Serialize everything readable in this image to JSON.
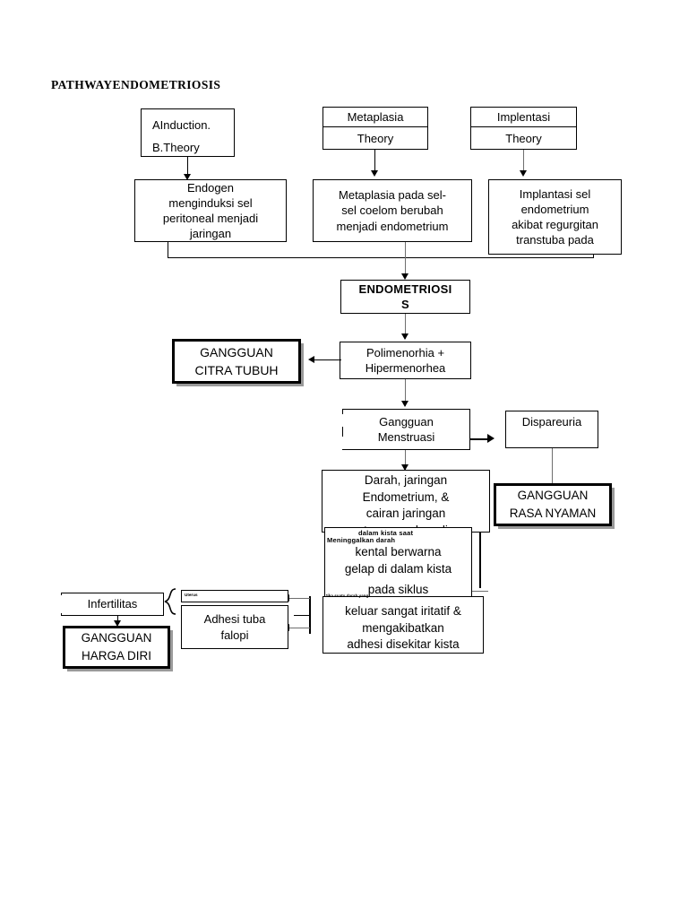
{
  "document": {
    "title": "PATHWAYENDOMETRIOSIS"
  },
  "theory_boxes": [
    {
      "head": "AInduction.",
      "body": "B.Theory"
    },
    {
      "head": "Metaplasia",
      "body": "Theory"
    },
    {
      "head": "Implentasi",
      "body": "Theory"
    }
  ],
  "mechanism_boxes": [
    {
      "lines": [
        "Endogen",
        "menginduksi sel",
        "peritoneal menjadi",
        "jaringan"
      ]
    },
    {
      "lines": [
        "Metaplasia pada sel-",
        "sel coelom berubah",
        "menjadi endometrium"
      ]
    },
    {
      "lines": [
        "Implantasi sel",
        "endometrium",
        "akibat regurgitan",
        "transtuba pada"
      ]
    }
  ],
  "central": {
    "line1": "ENDOMETRIOSI",
    "line2": "S"
  },
  "symptoms": {
    "polimenorhia": {
      "line1": "Polimenorhia +",
      "line2": "Hipermenorhea"
    },
    "gangguan_menstruasi": {
      "line1": "Gangguan",
      "line2": "Menstruasi"
    },
    "dispareuria": "Dispareuria"
  },
  "diagnoses": {
    "citra_tubuh": {
      "line1": "GANGGUAN",
      "line2": "CITRA TUBUH"
    },
    "rasa_nyaman": {
      "line1": "GANGGUAN",
      "line2": "RASA NYAMAN"
    },
    "harga_diri": {
      "line1": "GANGGUAN",
      "line2": "HARGA DIRI"
    }
  },
  "cluster": {
    "box1": {
      "line1": "Darah, jaringan",
      "line2": "Endometrium, &",
      "line3": "cairan jaringan",
      "line4": "terperangkap di"
    },
    "box2": {
      "tiny1": "dalam kista saat",
      "tiny2": "Meninggalkan darah",
      "line1": "kental berwarna",
      "line2": "gelap di dalam kista",
      "line3": "pada   siklus"
    },
    "box3": {
      "micro": "Jika suatu darah yang",
      "line1": "keluar sangat iritatif &",
      "line2": "mengakibatkan",
      "line3": "adhesi disekitar kista"
    }
  },
  "outcomes": {
    "infertilitas": "Infertilitas",
    "adhesi": {
      "micro": "Uterus",
      "line1": "Adhesi tuba",
      "line2": "falopi"
    }
  },
  "colors": {
    "stroke": "#000000",
    "grey_stroke": "#6e6e6e",
    "shadow": "#9a9a9a",
    "background": "#ffffff"
  }
}
